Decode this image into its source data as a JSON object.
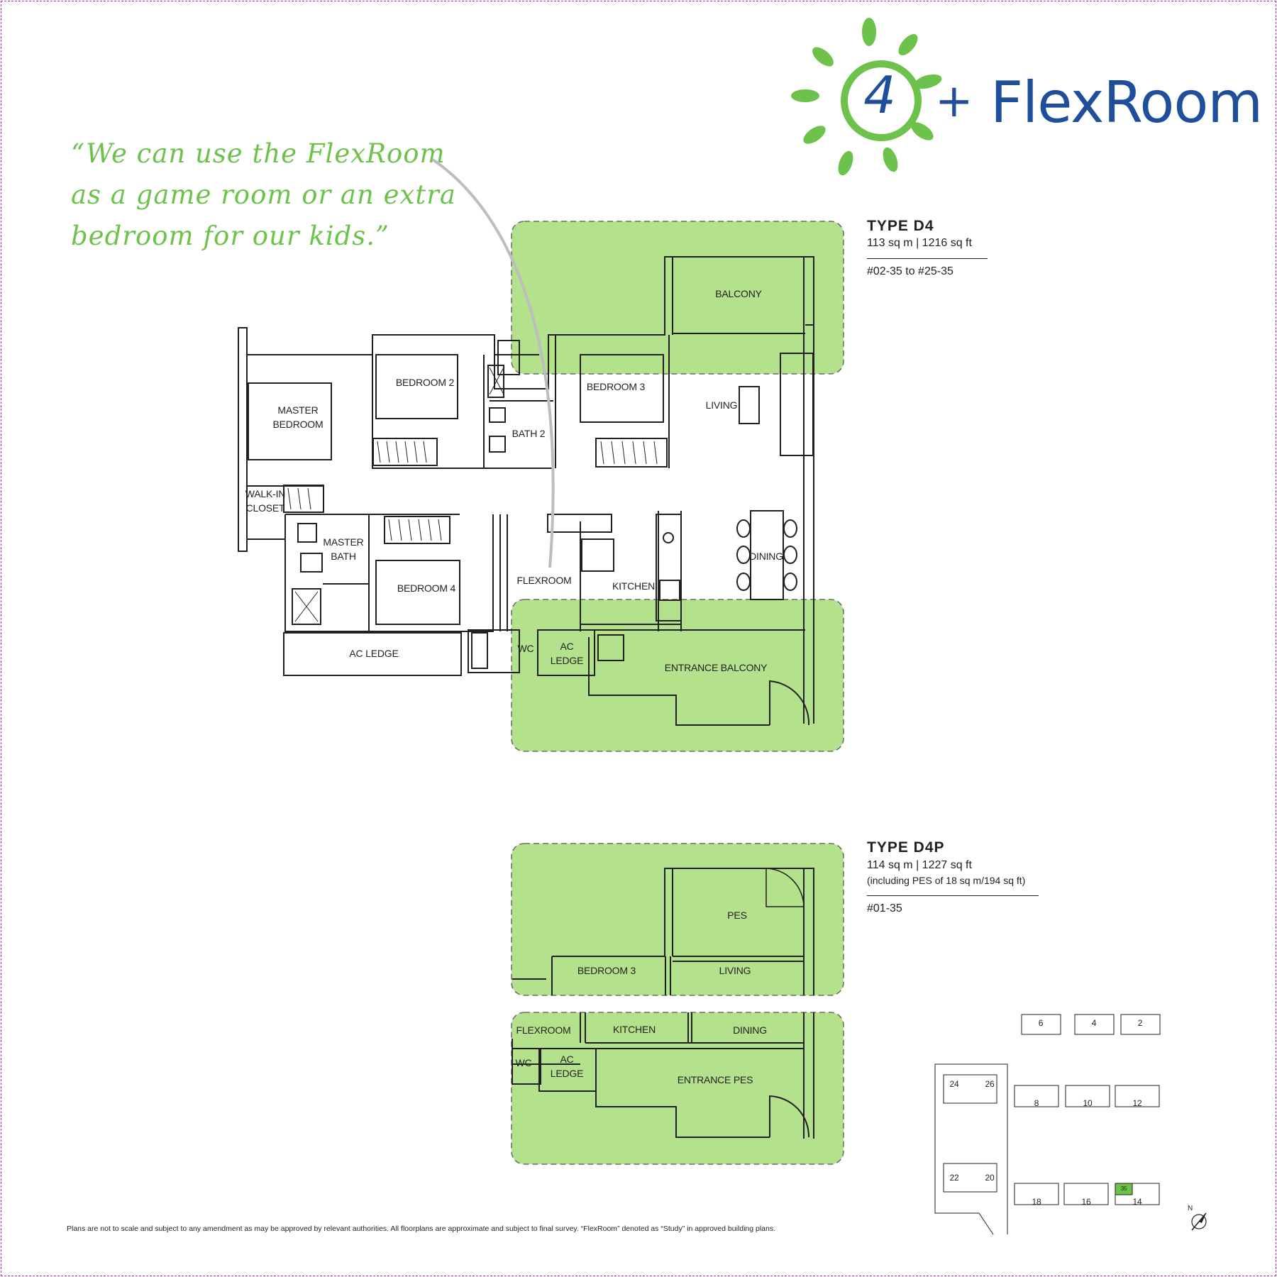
{
  "logo": {
    "number": "4",
    "plus": "+",
    "name": "FlexRoom"
  },
  "quote": {
    "line1": "“We can use the FlexRoom",
    "line2": "as a game room or an extra",
    "line3": "bedroom for our kids.”"
  },
  "type_d4": {
    "title": "TYPE D4",
    "area": "113 sq m | 1216 sq ft",
    "units": "#02-35 to #25-35",
    "rooms": {
      "balcony": "BALCONY",
      "bedroom3": "BEDROOM 3",
      "living": "LIVING",
      "bedroom2": "BEDROOM 2",
      "bath2": "BATH 2",
      "master_bedroom_1": "MASTER",
      "master_bedroom_2": "BEDROOM",
      "walkin_1": "WALK-IN",
      "walkin_2": "CLOSET",
      "master_bath_1": "MASTER",
      "master_bath_2": "BATH",
      "bedroom4": "BEDROOM 4",
      "flexroom": "FLEXROOM",
      "kitchen": "KITCHEN",
      "dining": "DINING",
      "ac_ledge_left": "AC LEDGE",
      "wc": "WC",
      "ac_1": "AC",
      "ac_2": "LEDGE",
      "entrance_balcony": "ENTRANCE BALCONY"
    }
  },
  "type_d4p": {
    "title": "TYPE D4P",
    "area": "114 sq m | 1227 sq ft",
    "pes_note": "(including PES of 18 sq m/194 sq ft)",
    "units": "#01-35",
    "rooms": {
      "pes": "PES",
      "bedroom3": "BEDROOM 3",
      "living": "LIVING",
      "flexroom": "FLEXROOM",
      "kitchen": "KITCHEN",
      "dining": "DINING",
      "wc": "WC",
      "ac_1": "AC",
      "ac_2": "LEDGE",
      "entrance_pes": "ENTRANCE PES"
    }
  },
  "site_plan": {
    "blocks_top": [
      "6",
      "4",
      "2"
    ],
    "blocks_mid": [
      "8",
      "10",
      "12"
    ],
    "blocks_left": [
      "24",
      "26",
      "22",
      "20"
    ],
    "blocks_bottom": [
      "18",
      "16",
      "14"
    ],
    "highlight_unit": "35",
    "north": "N"
  },
  "disclaimer": "Plans are not to scale and subject to any amendment as may be approved by relevant authorities. All floorplans are approximate and subject to final survey. “FlexRoom” denoted as “Study” in approved building plans.",
  "colors": {
    "green": "#6cc24a",
    "highlight": "#b3e18c",
    "blue": "#1f4e9a",
    "frame": "#b02fb0"
  }
}
